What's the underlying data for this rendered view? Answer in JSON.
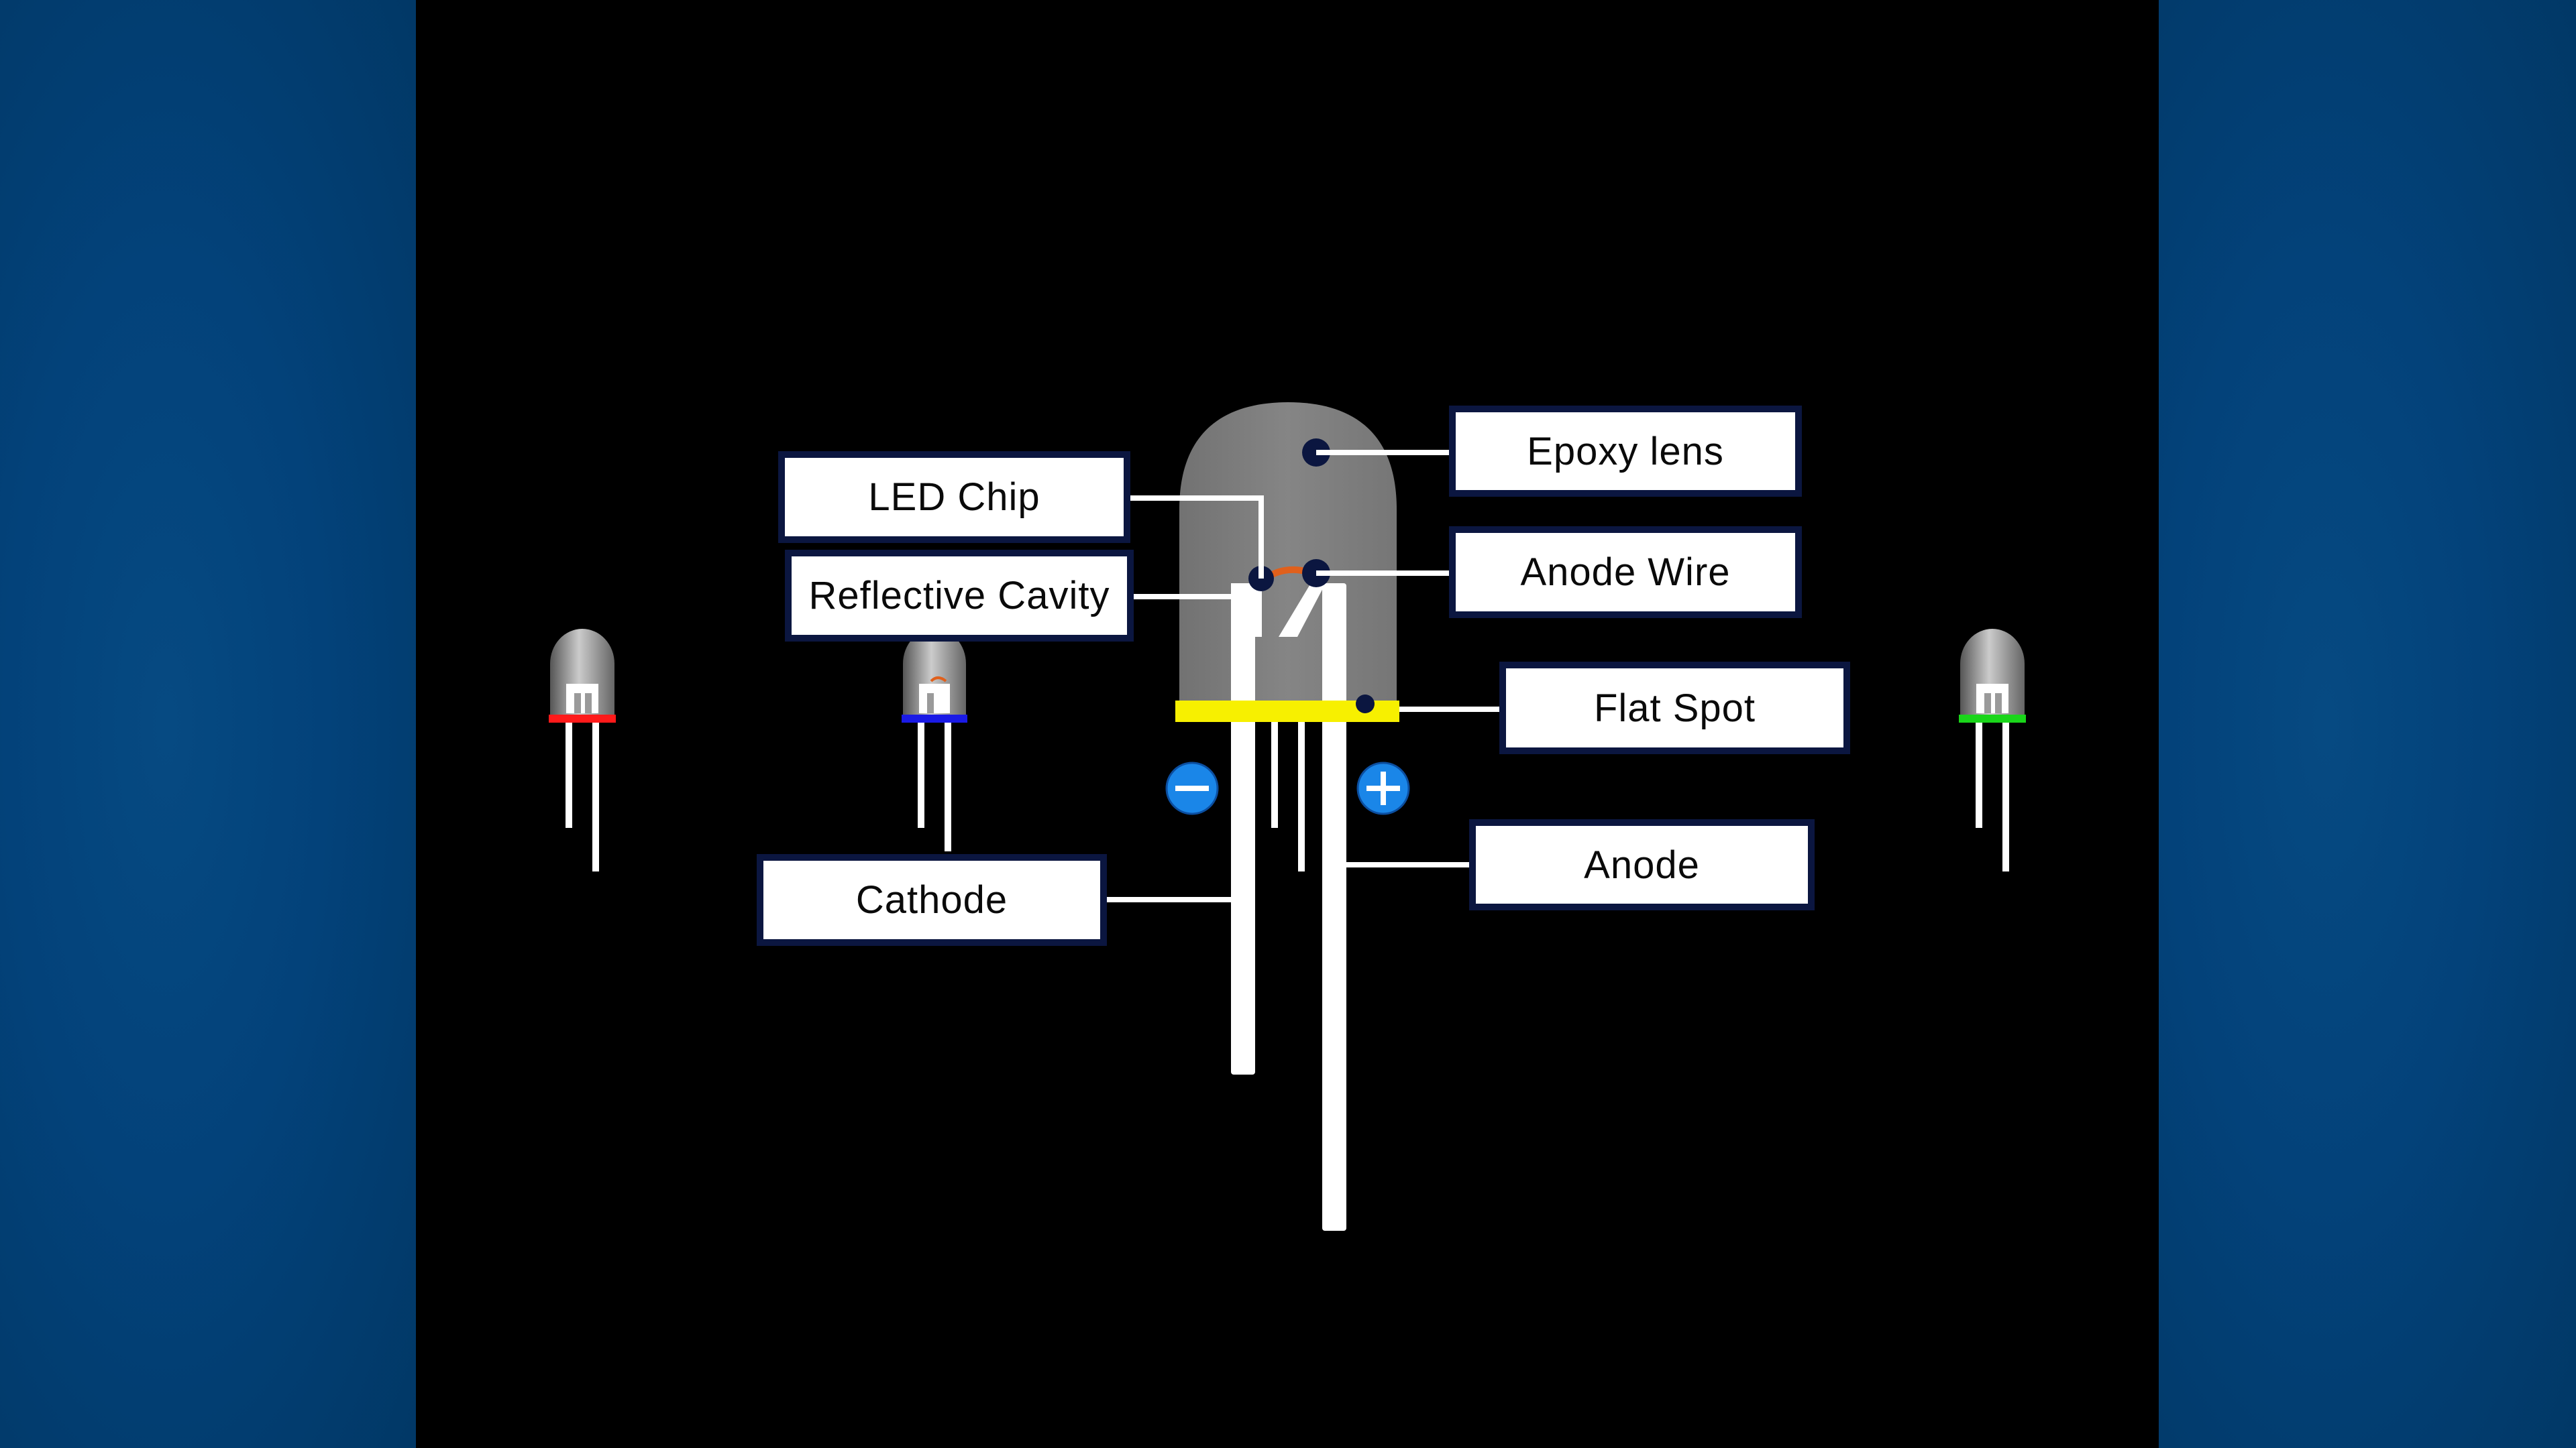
{
  "labels": {
    "epoxy_lens": "Epoxy lens",
    "anode_wire": "Anode Wire",
    "led_chip": "LED Chip",
    "reflective_cavity": "Reflective Cavity",
    "flat_spot": "Flat Spot",
    "cathode": "Cathode",
    "anode": "Anode"
  },
  "colors": {
    "side_panel": "#003d71",
    "stage": "#000000",
    "lens": "#7a7a7a",
    "leads": "#ffffff",
    "flat_spot_base": "#f7f000",
    "label_border": "#0b1640",
    "marker_dot": "#0b1640",
    "polarity_badge": "#1a86e8",
    "anode_wire": "#e0601c",
    "mini_led_bases": [
      "#ff1a1a",
      "#1a1ae6",
      "#1ad61a"
    ]
  },
  "polarity": {
    "cathode_symbol": "minus-icon",
    "anode_symbol": "plus-icon"
  },
  "mini_leds": [
    {
      "name": "red-led",
      "base_color": "#ff1a1a"
    },
    {
      "name": "blue-led",
      "base_color": "#1a1ae6"
    },
    {
      "name": "green-led",
      "base_color": "#1ad61a"
    }
  ]
}
